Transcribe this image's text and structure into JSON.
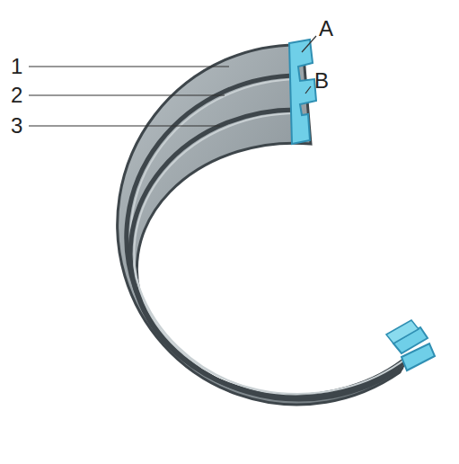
{
  "diagram": {
    "labels": [
      "1",
      "2",
      "3",
      "A",
      "B"
    ]
  }
}
